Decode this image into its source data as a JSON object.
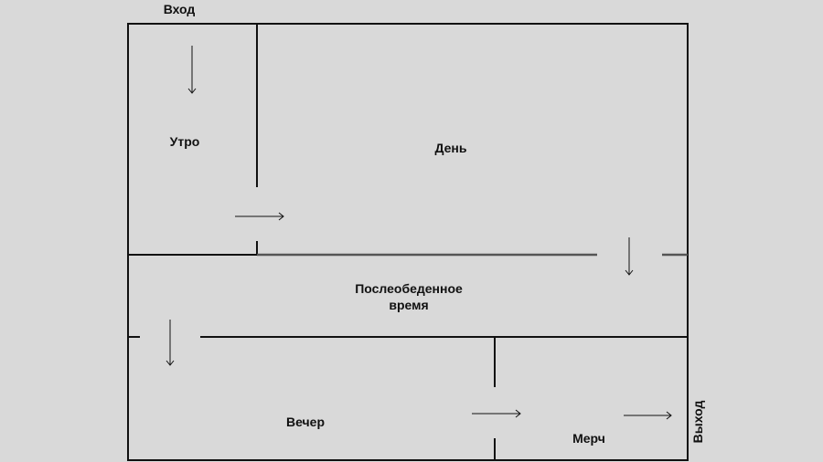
{
  "entrance_label": "Вход",
  "exit_label": "Выход",
  "rooms": {
    "morning": "Утро",
    "day": "День",
    "afternoon_line1": "Послеобеденное",
    "afternoon_line2": "время",
    "evening": "Вечер",
    "merch": "Мерч"
  },
  "colors": {
    "background": "#d9d9d9",
    "walls": "#111111"
  }
}
